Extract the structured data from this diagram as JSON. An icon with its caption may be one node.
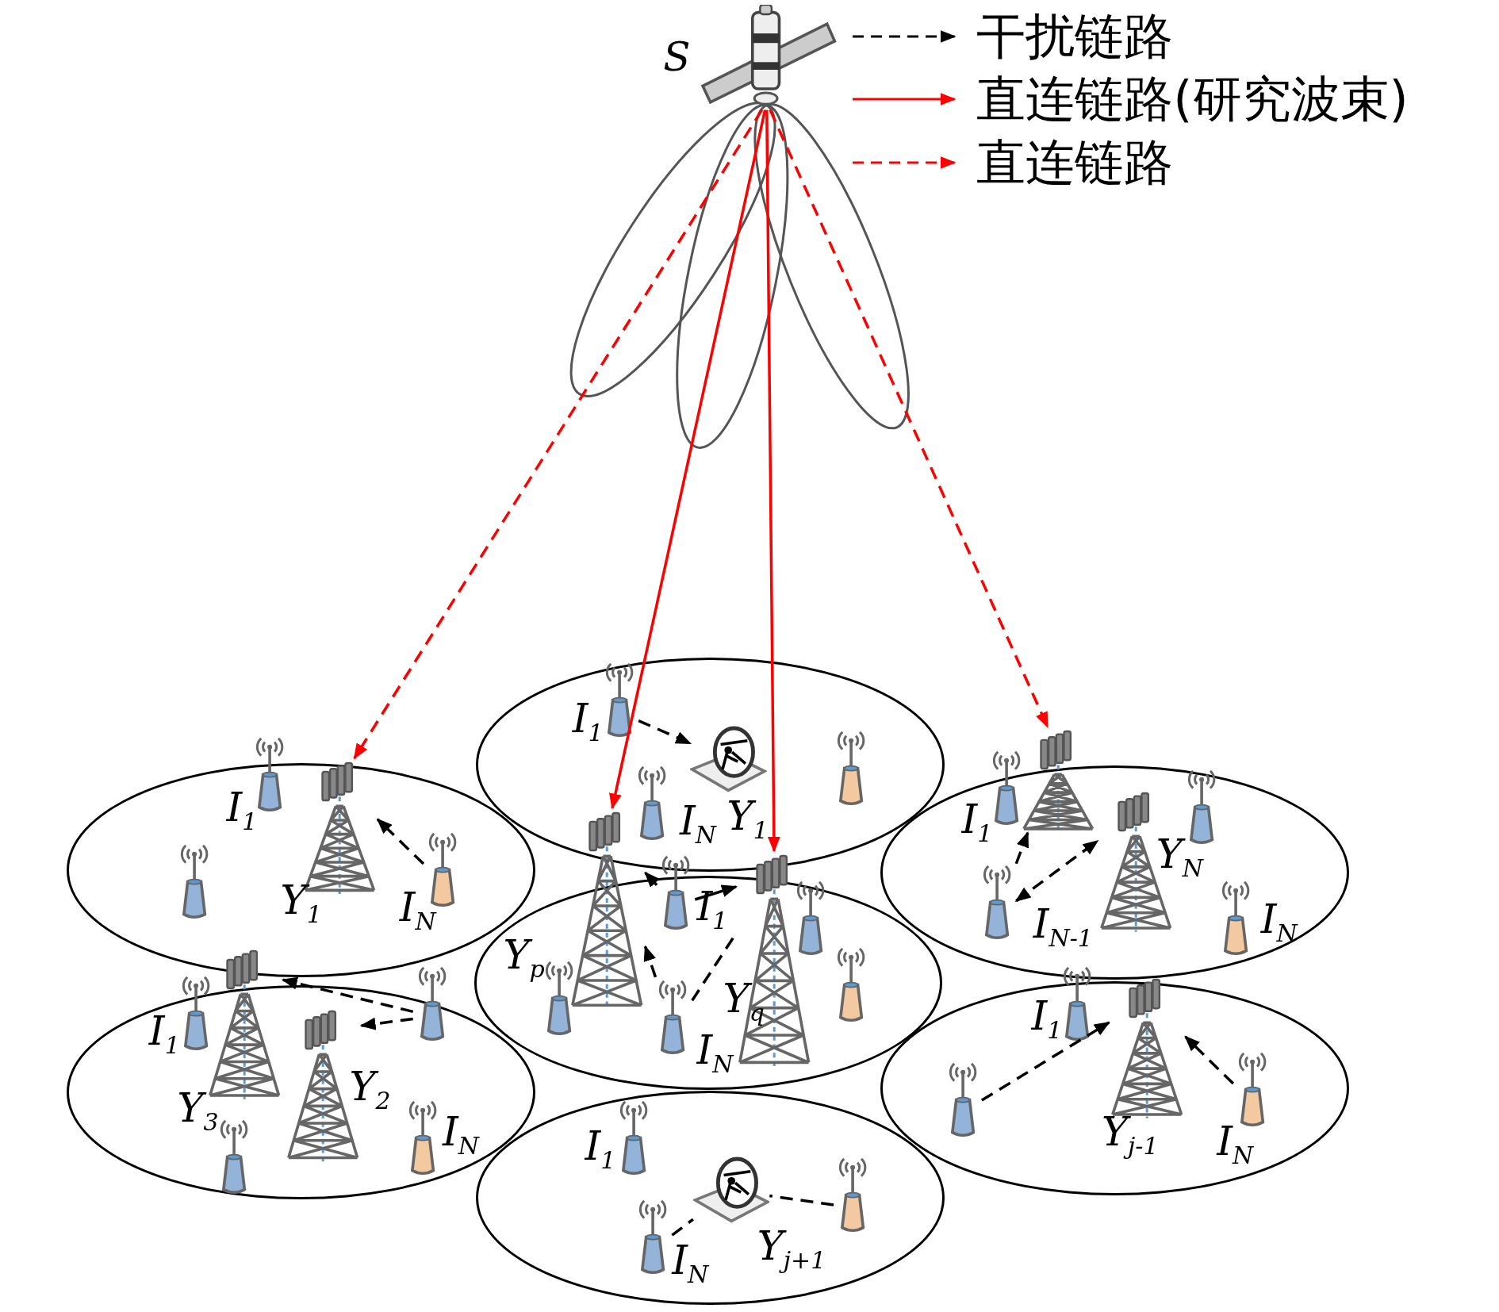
{
  "diagram": {
    "nodes": [
      {
        "text": [
          "S"
        ]
      },
      {
        "text": [],
        "shape": "ellipse"
      },
      {
        "text": [],
        "shape": "ellipse"
      },
      {
        "text": [],
        "shape": "ellipse"
      },
      {
        "text": [],
        "shape": "ellipse"
      },
      {
        "text": [],
        "shape": "ellipse"
      },
      {
        "text": [],
        "shape": "ellipse"
      },
      {
        "text": [],
        "shape": "ellipse"
      },
      {
        "text": [
          "I$_{1}$"
        ],
        "in": 1
      },
      {
        "text": [
          "Y$_{1}$"
        ],
        "in": 1
      },
      {
        "text": [],
        "shape": "picture",
        "in": 1
      },
      {
        "text": [
          "I$_{N}$"
        ],
        "in": 1
      },
      {
        "text": [
          "I$_{1}$"
        ]
      },
      {
        "text": [
          "Y$_{1}$"
        ],
        "in": 2
      },
      {
        "text": [],
        "shape": "picture",
        "in": 2
      },
      {
        "text": [
          "I$_{N}$"
        ],
        "in": 2
      },
      {
        "text": [
          "I$_{1}$"
        ],
        "in": 3
      },
      {
        "text": [],
        "shape": "picture"
      },
      {
        "text": [],
        "shape": "picture",
        "in": 3
      },
      {
        "text": [
          "Y$_{N}$"
        ],
        "in": 3
      },
      {
        "text": [
          "I$_{N-1}$"
        ],
        "in": 3
      },
      {
        "text": [
          "I$_{N}$"
        ],
        "in": 3
      },
      {
        "text": [
          "Y$_{p}$"
        ]
      },
      {
        "text": [
          "I$_{1}$"
        ],
        "in": 4
      },
      {
        "text": [
          "Y$_{q}$"
        ],
        "in": 4
      },
      {
        "text": [],
        "shape": "picture",
        "in": 4
      },
      {
        "text": [],
        "shape": "picture",
        "in": 4
      },
      {
        "text": [],
        "shape": "picture",
        "in": 4
      },
      {
        "text": [
          "I$_{N}$"
        ],
        "in": 4
      },
      {
        "text": [
          "I$_{1}$"
        ],
        "in": 5
      },
      {
        "text": [
          "Y$_{3}$"
        ]
      },
      {
        "text": [],
        "shape": "picture",
        "in": 5
      },
      {
        "text": [
          "Y$_{2}$"
        ],
        "in": 5
      },
      {
        "text": [],
        "shape": "picture",
        "in": 5
      },
      {
        "text": [
          "I$_{N}$"
        ],
        "in": 5
      },
      {
        "text": [
          "I$_{1}$"
        ],
        "in": 6
      },
      {
        "text": [
          "Y$_{j-1}$"
        ],
        "in": 6
      },
      {
        "text": [],
        "shape": "picture",
        "in": 6
      },
      {
        "text": [
          "I$_{N}$"
        ],
        "in": 6
      },
      {
        "text": [
          "I$_{1}$"
        ],
        "in": 7
      },
      {
        "text": [
          "Y$_{j+1}$"
        ],
        "in": 7
      },
      {
        "text": [
          "I$_{N}$"
        ],
        "in": 7
      },
      {
        "text": [],
        "shape": "picture",
        "in": 7
      }
    ],
    "edges": [
      {
        "from": 0,
        "to": 13,
        "arrow": "to",
        "style": "dashed",
        "color": "#ff0000"
      },
      {
        "from": 0,
        "to": 22,
        "arrow": "to",
        "color": "#ff0000"
      },
      {
        "from": 0,
        "to": 24,
        "arrow": "to",
        "color": "#ff0000"
      },
      {
        "from": 0,
        "to": 17,
        "arrow": "to",
        "style": "dashed",
        "color": "#ff0000"
      },
      {
        "from": 8,
        "to": 9,
        "arrow": "to",
        "style": "dashed"
      },
      {
        "from": 15,
        "to": 13,
        "arrow": "to",
        "style": "dashed"
      },
      {
        "from": 23,
        "to": 22,
        "arrow": "to"
      },
      {
        "from": 23,
        "to": 24,
        "arrow": "to"
      },
      {
        "from": 28,
        "to": 22,
        "arrow": "to",
        "style": "dashed"
      },
      {
        "from": 28,
        "to": 24,
        "arrow": "none",
        "style": "dashed"
      },
      {
        "from": 20,
        "to": 17,
        "arrow": "to",
        "style": "dashed"
      },
      {
        "from": 20,
        "to": 19,
        "arrow": "both",
        "style": "dashed"
      },
      {
        "from": 31,
        "to": 30,
        "arrow": "to",
        "style": "dashed"
      },
      {
        "from": 31,
        "to": 32,
        "arrow": "to",
        "style": "dashed"
      },
      {
        "from": 37,
        "to": 36,
        "arrow": "to",
        "style": "dashed"
      },
      {
        "from": 38,
        "to": 36,
        "arrow": "to",
        "style": "dashed"
      },
      {
        "from": 41,
        "to": 40,
        "arrow": "none",
        "style": "dashed"
      },
      {
        "from": 42,
        "to": 40,
        "arrow": "none",
        "style": "dashed"
      }
    ],
    "legend": [
      {
        "text": "干扰链路"
      },
      {
        "text": "直连链路(研究波束)"
      },
      {
        "text": "直连链路"
      }
    ]
  }
}
